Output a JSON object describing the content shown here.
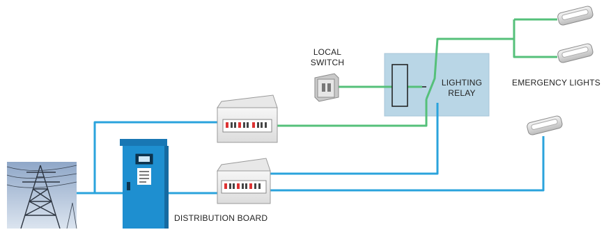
{
  "labels": {
    "local_switch_line1": "LOCAL",
    "local_switch_line2": "SWITCH",
    "lighting_relay_line1": "LIGHTING",
    "lighting_relay_line2": "RELAY",
    "emergency_lights": "EMERGENCY LIGHTS",
    "distribution_board": "DISTRIBUTION BOARD"
  },
  "colors": {
    "supply_wire": "#2aa3dc",
    "switched_wire": "#55c07a",
    "relay_box": "#b9d6e6",
    "kiosk": "#1e8fd0"
  },
  "icons": [
    "pylon-photo",
    "meter-kiosk-icon",
    "consumer-unit-icon",
    "switch-icon",
    "relay-icon",
    "emergency-light-icon"
  ]
}
